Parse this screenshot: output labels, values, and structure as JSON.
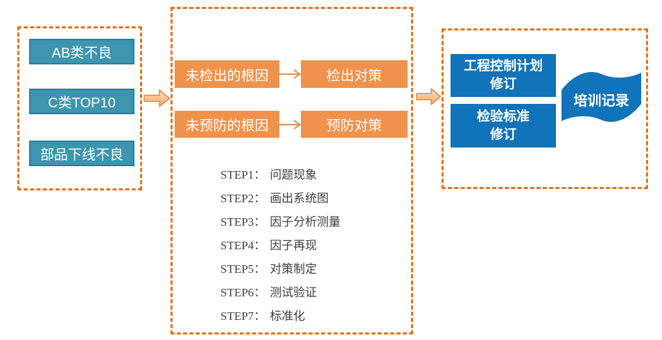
{
  "canvas": {
    "background": "#ffffff"
  },
  "colors": {
    "dashed_border": "#E0741C",
    "teal_fill": "#3D95AE",
    "teal_border": "#2B7D98",
    "orange_fill": "#F0924C",
    "blue_fill": "#1173B9",
    "block_arrow_fill_light": "#FCE3C9",
    "block_arrow_fill_dark": "#F2A568",
    "block_arrow_stroke": "#E5873E",
    "connector_stroke": "#E8914B",
    "step_text_color": "#3F3F3F",
    "box_text_color": "#FFFFFF"
  },
  "input_group": {
    "items": [
      {
        "label": "AB类不良"
      },
      {
        "label": "C类TOP10"
      },
      {
        "label": "部品下线不良"
      }
    ]
  },
  "process_group": {
    "rows": [
      {
        "cause": "未检出的根因",
        "action": "检出对策"
      },
      {
        "cause": "未预防的根因",
        "action": "预防对策"
      }
    ],
    "steps": [
      {
        "label": "STEP1：",
        "text": "问题现象"
      },
      {
        "label": "STEP2：",
        "text": "画出系统图"
      },
      {
        "label": "STEP3：",
        "text": "因子分析测量"
      },
      {
        "label": "STEP4：",
        "text": "因子再现"
      },
      {
        "label": "STEP5：",
        "text": "对策制定"
      },
      {
        "label": "STEP6：",
        "text": "测试验证"
      },
      {
        "label": "STEP7：",
        "text": "标准化"
      }
    ]
  },
  "output_group": {
    "revisions": [
      {
        "line1": "工程控制计划",
        "line2": "修订"
      },
      {
        "line1": "检验标准",
        "line2": "修订"
      }
    ],
    "flag": {
      "label": "培训记录"
    }
  }
}
